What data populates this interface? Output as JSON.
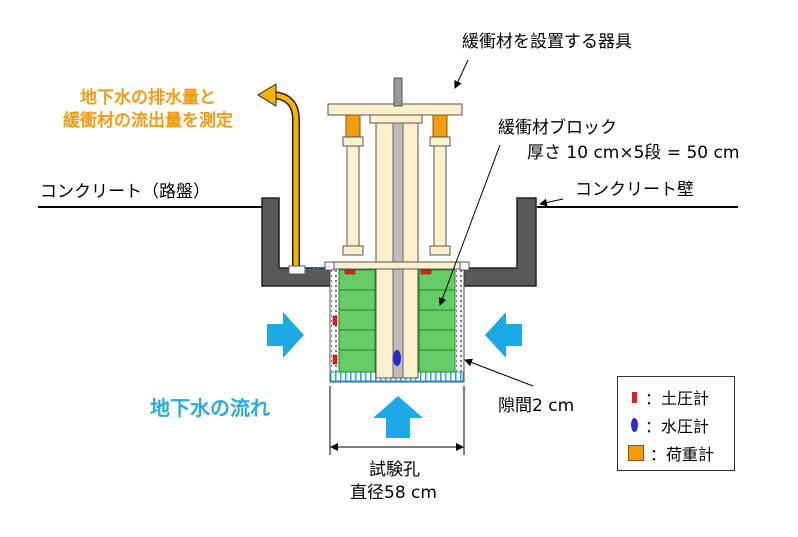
{
  "labels": {
    "device_label": "緩衝材を設置する器具",
    "block_label": "緩衝材ブロック",
    "block_dims": "厚さ 10 cm×5段 = 50 cm",
    "pavement_label": "コンクリート（路盤）",
    "wall_label": "コンクリート壁",
    "measure_label": [
      "地下水の排水量と",
      "緩衝材の流出量を測定"
    ],
    "flow_label": "地下水の流れ",
    "gap_label": "隙間2 cm",
    "hole_label": "試験孔",
    "hole_diameter": "直径58 cm"
  },
  "legend": {
    "items": [
      {
        "symbol": "earth-pressure-gauge-icon",
        "label": "：土圧計",
        "color": "#e02020"
      },
      {
        "symbol": "water-pressure-gauge-icon",
        "label": "：水圧計",
        "color": "#2b2bcc"
      },
      {
        "symbol": "load-cell-icon",
        "label": "：荷重計",
        "color": "#f39c12"
      }
    ]
  },
  "colors": {
    "concrete": "#595959",
    "block_green": "#66cc66",
    "device_beige": "#fdf0cc",
    "flow_blue": "#1ca9e6",
    "pipe_orange": "#f4b400"
  }
}
